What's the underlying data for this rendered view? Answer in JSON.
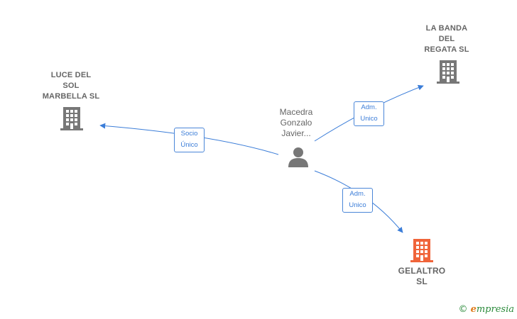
{
  "nodes": {
    "luce": {
      "label": "LUCE DEL\nSOL\nMARBELLA  SL",
      "icon": "building-icon",
      "color": "#777777"
    },
    "banda": {
      "label": "LA BANDA\nDEL\nREGATA  SL",
      "icon": "building-icon",
      "color": "#777777"
    },
    "gelaltro": {
      "label": "GELALTRO\nSL",
      "icon": "building-icon",
      "color": "#f0643a"
    },
    "person": {
      "label": "Macedra\nGonzalo\nJavier...",
      "icon": "person-icon",
      "color": "#777777"
    }
  },
  "edges": {
    "luce": {
      "label": "Socio\nÚnico"
    },
    "banda": {
      "label": "Adm.\nUnico"
    },
    "gelaltro": {
      "label": "Adm.\nUnico"
    }
  },
  "edge_color": "#3b7dd8",
  "watermark": {
    "symbol": "©",
    "brand_initial": "e",
    "brand_rest": "mpresia"
  }
}
